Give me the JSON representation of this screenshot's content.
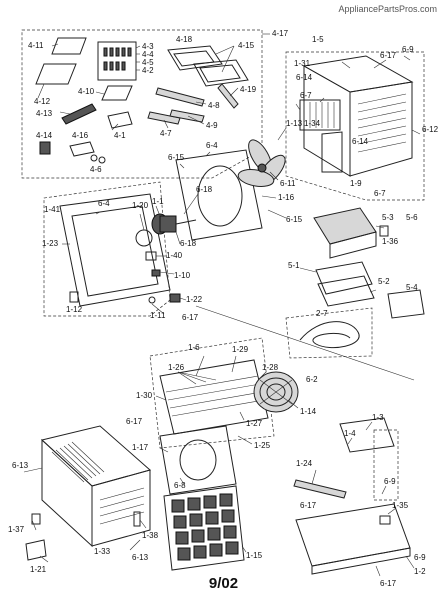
{
  "watermark": "AppliancePartsPros.com",
  "footer": "9/02",
  "callouts": {
    "c4_17": "4-17",
    "c4_18": "4-18",
    "c4_15": "4-15",
    "c4_11": "4-11",
    "c4_3": "4-3",
    "c4_4": "4-4",
    "c4_5": "4-5",
    "c4_2": "4-2",
    "c4_12": "4-12",
    "c4_10": "4-10",
    "c4_8": "4-8",
    "c4_19": "4-19",
    "c4_13": "4-13",
    "c4_1": "4-1",
    "c4_7": "4-7",
    "c4_9": "4-9",
    "c4_14": "4-14",
    "c4_16": "4-16",
    "c4_6": "4-6",
    "c1_5": "1-5",
    "c6_9a": "6-9",
    "c1_31": "1-31",
    "c6_17a": "6-17",
    "c6_14a": "6-14",
    "c6_7a": "6-7",
    "c1_34": "1-34",
    "c6_12": "6-12",
    "c1_13": "1-13",
    "c6_14b": "6-14",
    "c6_11": "6-11",
    "c6_4a": "6-4",
    "c6_15a": "6-15",
    "c1_9": "1-9",
    "c6_7b": "6-7",
    "c6_18a": "6-18",
    "c1_16": "1-16",
    "c6_15b": "6-15",
    "c1_41": "1-41",
    "c6_4b": "6-4",
    "c1_20": "1-20",
    "c1_1": "1-1",
    "c1_23": "1-23",
    "c6_18b": "6-18",
    "c1_40": "1-40",
    "c1_10": "1-10",
    "c1_12": "1-12",
    "c1_11": "1-11",
    "c1_22": "1-22",
    "c6_17b": "6-17",
    "c5_3": "5-3",
    "c5_6": "5-6",
    "c1_36": "1-36",
    "c5_1": "5-1",
    "c5_2": "5-2",
    "c5_4": "5-4",
    "c2_7": "2-7",
    "c1_6": "1-6",
    "c1_29": "1-29",
    "c1_26": "1-26",
    "c1_28": "1-28",
    "c6_2": "6-2",
    "c1_30": "1-30",
    "c1_14": "1-14",
    "c6_17c": "6-17",
    "c1_27": "1-27",
    "c1_17": "1-17",
    "c1_25": "1-25",
    "c6_8": "6-8",
    "c1_3": "1-3",
    "c1_4": "1-4",
    "c1_24": "1-24",
    "c6_9b": "6-9",
    "c6_13a": "6-13",
    "c1_35": "1-35",
    "c6_17d": "6-17",
    "c1_37": "1-37",
    "c1_38": "1-38",
    "c1_33": "1-33",
    "c6_13b": "6-13",
    "c1_21": "1-21",
    "c1_15": "1-15",
    "c6_9c": "6-9",
    "c1_2": "1-2",
    "c6_17e": "6-17"
  }
}
